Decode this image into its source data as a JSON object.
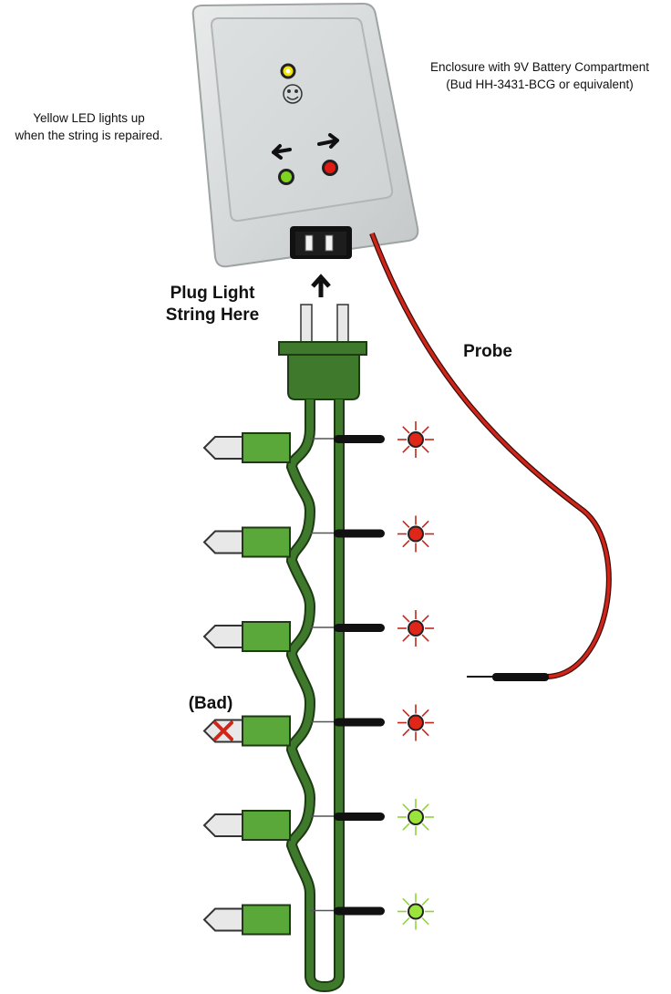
{
  "labels": {
    "yellow_note_line1": "Yellow LED lights up",
    "yellow_note_line2": "when the string is repaired.",
    "enclosure_line1": "Enclosure with 9V Battery Compartment",
    "enclosure_line2": "(Bud HH-3431-BCG or equivalent)",
    "plug_line1": "Plug Light",
    "plug_line2": "String Here",
    "probe": "Probe",
    "bad": "(Bad)"
  },
  "enclosure_leds": [
    {
      "name": "yellow-led",
      "color": "#f2e600"
    },
    {
      "name": "green-led",
      "color": "#7fd321"
    },
    {
      "name": "red-led",
      "color": "#e21a12"
    }
  ],
  "bulbs": [
    {
      "status": "good",
      "indicator": "red"
    },
    {
      "status": "good",
      "indicator": "red"
    },
    {
      "status": "good",
      "indicator": "red"
    },
    {
      "status": "bad",
      "indicator": "red"
    },
    {
      "status": "good",
      "indicator": "green"
    },
    {
      "status": "good",
      "indicator": "green"
    }
  ],
  "colors": {
    "wire": "#3f7a2c",
    "socket": "#5aa83a",
    "probe_wire": "#d0261a",
    "red_indicator": "#e02618",
    "green_indicator": "#9be53a",
    "enclosure": "#d6d9d9"
  }
}
